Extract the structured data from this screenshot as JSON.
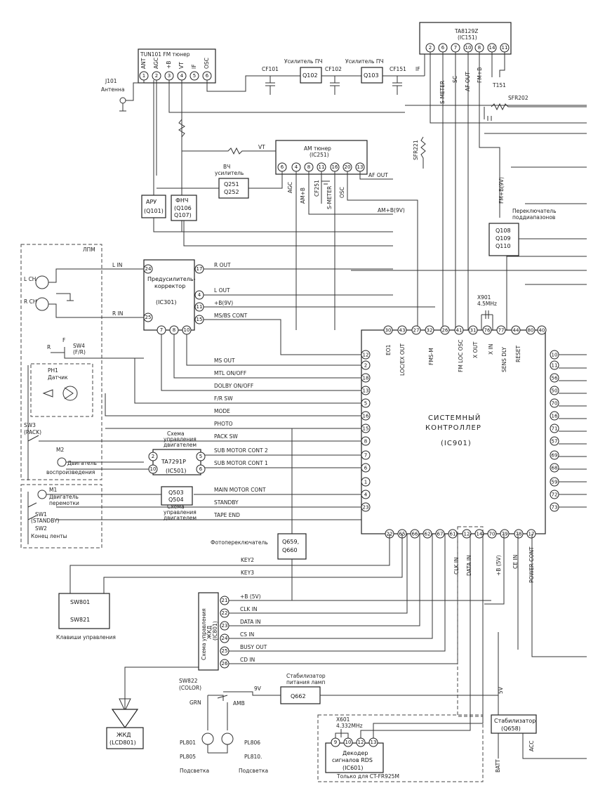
{
  "tuner_fm": {
    "label": "TUN101 FM тюнер",
    "pins": [
      "1",
      "2",
      "3",
      "4",
      "5",
      "6"
    ],
    "pin_labels": [
      "ANT",
      "AGC",
      "+B",
      "VT",
      "IF",
      "OSC"
    ]
  },
  "antenna": {
    "ref": "J101",
    "label": "Антенна"
  },
  "if_chain": {
    "cf101": "CF101",
    "q102": "Q102",
    "cf102": "CF102",
    "q103": "Q103",
    "cf151": "CF151",
    "if": "IF",
    "amp1": "Усилитель ПЧ",
    "amp2": "Усилитель ПЧ"
  },
  "ic151": {
    "label": "TA8129Z",
    "ref": "(IC151)",
    "pins": [
      "2",
      "6",
      "7",
      "10",
      "8",
      "14",
      "11"
    ],
    "side_labels": [
      "S-METER",
      "SC",
      "AF OUT",
      "FM+B"
    ],
    "t151": "T151",
    "sfr202": "SFR202"
  },
  "am_tuner": {
    "label": "AM тюнер",
    "ref": "(IC251)",
    "pins": [
      "6",
      "4",
      "8",
      "11",
      "16",
      "20",
      "13"
    ],
    "side_labels": [
      "AGC",
      "AM+B",
      "S-METER",
      "OSC"
    ],
    "cf": "CF251",
    "vt": "VT",
    "af_out": "AF OUT",
    "amb": "AM+B(9V)"
  },
  "rf_amp": {
    "title": "ВЧ",
    "title2": "усилитель",
    "q": "Q251",
    "q2": "Q252"
  },
  "agc_block": {
    "title": "АРУ",
    "ref": "(Q101)"
  },
  "lpf_block": {
    "title": "ФНЧ",
    "ref": "(Q106",
    "ref2": "Q107)"
  },
  "sfr": {
    "sfr221": "SFR221",
    "fm_b9": "FM+B(9V)"
  },
  "band_switch": {
    "title": "Переключатель",
    "title2": "поддиапазонов",
    "q1": "Q108",
    "q2": "Q109",
    "q3": "Q110"
  },
  "lpm": {
    "title": "ЛПМ",
    "l_ch": "L CH",
    "r_ch": "R CH",
    "r": "R",
    "f": "F",
    "sw4": "SW4",
    "sw4b": "(F/R)",
    "ph1": "PH1",
    "ph1b": "Датчик",
    "sw3": "SW3",
    "sw3b": "(PACK)",
    "m2": "M2",
    "m2b": "Двигатель",
    "m2c": "воспроизведения"
  },
  "preamp": {
    "title": "Предусилитель-",
    "title2": "корректор",
    "ref": "(IC301)",
    "pins_left": [
      "24",
      "25"
    ],
    "pins_right": [
      "17",
      "4",
      "11",
      "15"
    ],
    "pins_bottom": [
      "7",
      "8",
      "10"
    ]
  },
  "signals_left": {
    "l_in": "L IN",
    "r_in": "R IN",
    "r_out": "R OUT",
    "l_out": "L OUT",
    "b9": "+B(9V)",
    "ms_bs": "MS/BS CONT",
    "ms_out": "MS OUT",
    "mtl": "MTL ON/OFF",
    "dolby": "DOLBY ON/OFF",
    "fr_sw": "F/R SW",
    "mode": "MODE",
    "photo": "PHOTO",
    "pack": "PACK SW",
    "motor_ctrl": "Схема",
    "motor_ctrl2": "управления",
    "motor_ctrl3": "двигателем",
    "sub2": "SUB MOTOR CONT 2",
    "sub1": "SUB MOTOR CONT 1",
    "main_motor": "MAIN MOTOR CONT",
    "standby": "STANDBY",
    "tape_end": "TAPE END"
  },
  "ta7291": {
    "label": "TA7291P",
    "ref": "(IC501)",
    "pins": [
      "2",
      "10",
      "5",
      "6"
    ]
  },
  "q503": {
    "q1": "Q503",
    "q2": "Q504"
  },
  "mech2": {
    "m1": "M1",
    "m1b": "Двигатель",
    "m1c": "перемотки",
    "sw1": "SW1",
    "sw1b": "(STANDBY)",
    "sw2": "SW2",
    "sw2b": "Конец ленты"
  },
  "ic901": {
    "title": "СИСТЕМНЫЙ",
    "title2": "КОНТРОЛЛЕР",
    "ref": "(IC901)",
    "top_pins": [
      "30",
      "43",
      "27",
      "32",
      "26",
      "41",
      "31",
      "76",
      "77",
      "44",
      "80",
      "40"
    ],
    "top_labels": [
      "EO1",
      "LOC/EX OUT",
      "FMS-M",
      "FM LOC OSC",
      "X OUT",
      "X IN",
      "SENS DLY",
      "RESET"
    ],
    "left_pins": [
      "12",
      "2",
      "18",
      "13",
      "5",
      "16",
      "15",
      "8",
      "7",
      "6",
      "1",
      "4",
      "23"
    ],
    "right_pins": [
      "10",
      "11",
      "56",
      "50",
      "70",
      "16",
      "71",
      "57",
      "69",
      "68",
      "59",
      "72",
      "73"
    ],
    "bottom_pins": [
      "22",
      "65",
      "66",
      "62",
      "67",
      "61",
      "12",
      "14",
      "70",
      "79",
      "78",
      "17"
    ],
    "bottom_labels": [
      "CLK IN",
      "DATA IN",
      "+B (5V)",
      "CE IN",
      "POWER CONT"
    ],
    "x901": "X901",
    "x901f": "4.5MHz"
  },
  "photo_switch": {
    "title": "Фотопереключатель",
    "q1": "Q659,",
    "q2": "Q660"
  },
  "keys": {
    "key2": "KEY2",
    "key3": "KEY3",
    "sw801": "SW801",
    "sw821": "SW821",
    "label": "Клавиши управления"
  },
  "lcd_ctrl": {
    "title": "Схема управления",
    "title2": "ЖКД",
    "ref": "(IC801)",
    "pins": [
      "21",
      "22",
      "23",
      "24",
      "25",
      "26"
    ],
    "sigs": [
      "+B (5V)",
      "CLK IN",
      "DATA IN",
      "CS IN",
      "BUSY OUT",
      "CD IN"
    ]
  },
  "lcd": {
    "title": "ЖКД",
    "ref": "(LCD801)"
  },
  "lamp": {
    "sw822": "SW822",
    "sw822b": "(COLOR)",
    "grn": "GRN",
    "amb": "AMB",
    "q662": "Q662",
    "v9": "9V",
    "stab": "Стабилизатор",
    "stab2": "питания ламп",
    "pl801": "PL801",
    "pl805a": "PL805",
    "pl806": "PL806",
    "pl810": "PL810.",
    "back1": "Подсветка",
    "back2": "Подсветка"
  },
  "rds": {
    "x601": "X601",
    "x601f": "4.332MHz",
    "pins": [
      "9",
      "10",
      "12",
      "13"
    ],
    "title": "Декодер",
    "title2": "сигналов RDS",
    "ref": "(IC601)",
    "note": "Только для CT-FR925M"
  },
  "power_stab": {
    "title": "Стабилизатор",
    "ref": "(Q658)",
    "v5": "5V",
    "batt": "BATT",
    "acc": "ACC"
  }
}
